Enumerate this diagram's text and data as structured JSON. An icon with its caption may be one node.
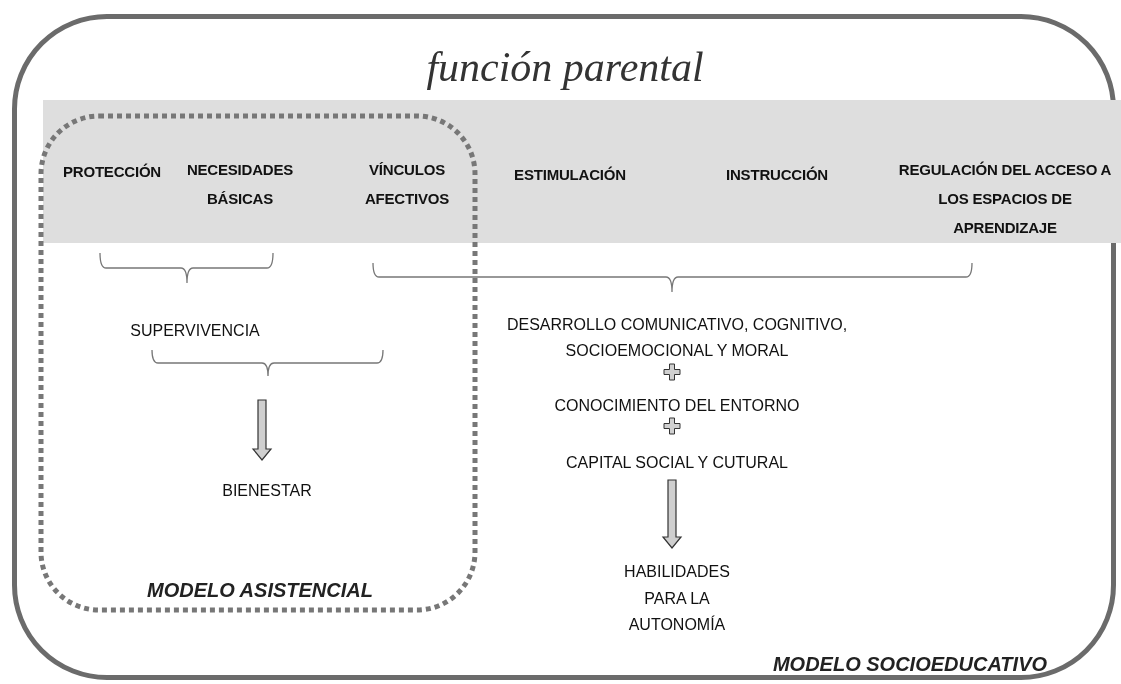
{
  "diagram": {
    "nodes": [
      {
        "text": [
          "función parental",
          "MODELO SOCIOEDUCATIVO"
        ]
      },
      {
        "text": [
          "PROTECCIÓN",
          "NECESIDADES BÁSICAS",
          "VÍNCULOS AFECTIVOS",
          "ESTIMULACIÓN",
          "INSTRUCCIÓN",
          "REGULACIÓN DEL ACCESO A LOS ESPACIOS DE APRENDIZAJE"
        ],
        "in": 0
      },
      {
        "text": [
          "MODELO ASISTENCIAL"
        ],
        "in": 0
      },
      {
        "text": [
          "SUPERVIVENCIA"
        ],
        "in": 2
      },
      {
        "text": [
          "BIENESTAR"
        ],
        "in": 2
      },
      {
        "text": [
          "DESARROLLO COMUNICATIVO, COGNITIVO, SOCIOEMOCIONAL Y MORAL"
        ],
        "in": 0
      },
      {
        "text": [
          "CONOCIMIENTO DEL ENTORNO"
        ],
        "in": 0
      },
      {
        "text": [
          "CAPITAL SOCIAL Y CUTURAL"
        ],
        "in": 0
      },
      {
        "text": [
          "HABILIDADES PARA LA AUTONOMÍA"
        ],
        "in": 0
      }
    ],
    "edges": [
      {
        "from": null,
        "to": 4,
        "arrow": "to"
      },
      {
        "from": 7,
        "to": 8,
        "arrow": "to"
      }
    ]
  }
}
